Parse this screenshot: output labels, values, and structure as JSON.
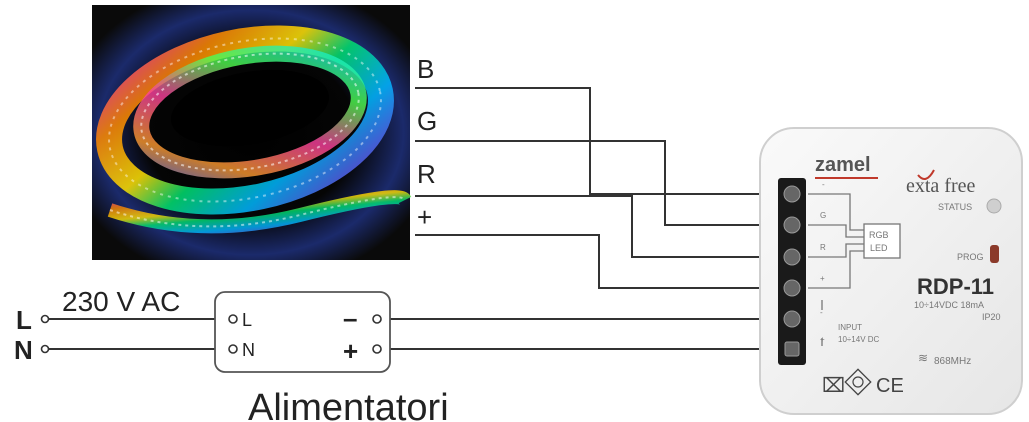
{
  "wire_labels": {
    "b": "B",
    "g": "G",
    "r": "R",
    "plus": "+"
  },
  "mains": {
    "voltage": "230 V AC",
    "line": "L",
    "neutral": "N"
  },
  "power_supply": {
    "in_l": "L",
    "in_n": "N",
    "out_minus": "–",
    "out_plus": "+",
    "caption": "Alimentatori"
  },
  "module": {
    "brand": "zamel",
    "system_logo": "exta free",
    "status_label": "STATUS",
    "prog_label": "PROG",
    "model": "RDP-11",
    "spec_line1": "10÷14VDC 18mA",
    "spec_line2": "IP20",
    "rgb_box_line1": "RGB",
    "rgb_box_line2": "LED",
    "input_label": "INPUT",
    "input_range": "10÷14V DC",
    "frequency": "868MHz",
    "ce_mark": "CE",
    "terminal_marks": [
      "-",
      "G",
      "R",
      "+",
      "-",
      "+"
    ],
    "icons": [
      "weee-bin-icon",
      "double-insulation-icon",
      "ce-mark-icon",
      "radio-wave-icon"
    ]
  },
  "led_strip_photo": {
    "icon": "rgb-led-strip-photo"
  },
  "colors": {
    "wire": "#333333",
    "module_body": "#f2f2f2",
    "terminal_block": "#1a1a1a",
    "brand_red": "#c0392b",
    "prog_led": "#8b3a2a"
  }
}
